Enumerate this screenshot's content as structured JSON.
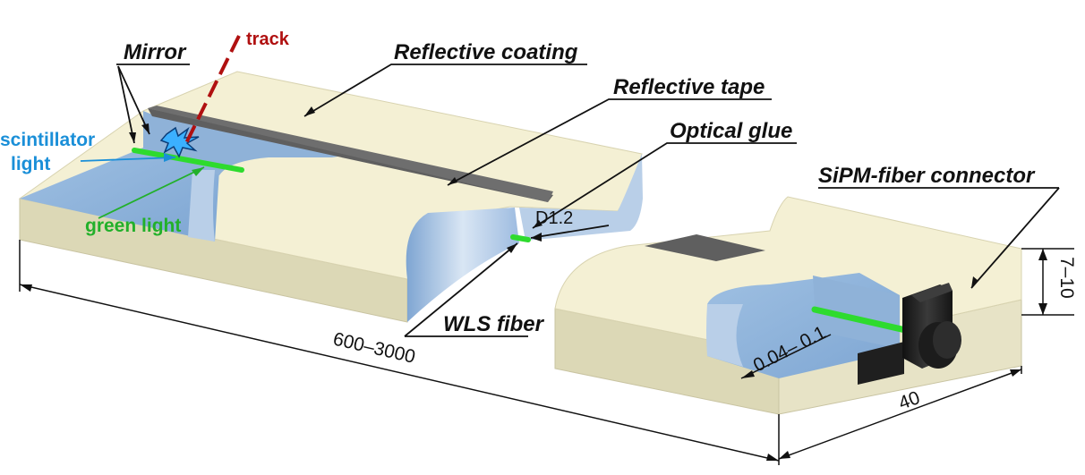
{
  "labels": {
    "track": "track",
    "mirror": "Mirror",
    "reflective_coating": "Reflective coating",
    "reflective_tape": "Reflective tape",
    "optical_glue": "Optical glue",
    "scintillator_light_line1": "scintillator",
    "scintillator_light_line2": "light",
    "green_light": "green light",
    "d12": "D1.2",
    "sipm_fiber_connector": "SiPM-fiber connector",
    "wls_fiber": "WLS fiber",
    "dim_length": "600–3000",
    "dim_width": "40",
    "dim_thickness": "7–10",
    "dim_coating": "0.04– 0.1"
  },
  "colors": {
    "body": "#f4f0d4",
    "body_side": "#dcd8b6",
    "groove_blue": "#8fb2d8",
    "groove_wall": "#b9cfe8",
    "tape_gray": "#5f5f5f",
    "fiber_green": "#2edb2e",
    "track_red": "#b01010",
    "scint_blue": "#1a8fd8",
    "green_text": "#22b02a",
    "connector": "#1f1f1f"
  }
}
